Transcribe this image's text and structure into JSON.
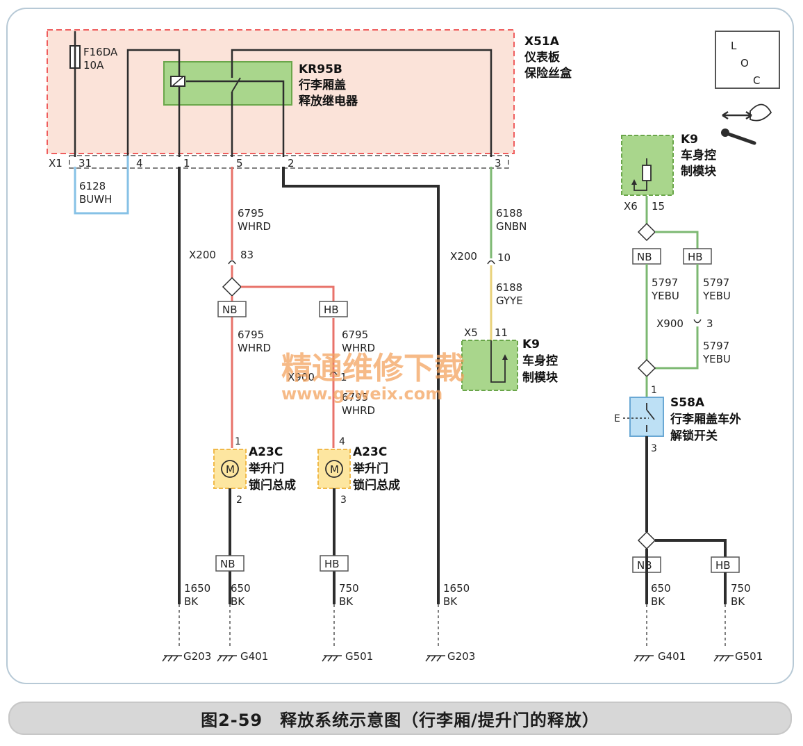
{
  "module_panel": {
    "id": "X51A",
    "name_line1": "仪表板",
    "name_line2": "保险丝盒"
  },
  "fuse": {
    "id": "F16DA",
    "rating": "10A"
  },
  "relay": {
    "id": "KR95B",
    "name_line1": "行李厢盖",
    "name_line2": "释放继电器"
  },
  "connector_x1": {
    "id": "X1",
    "pins": [
      "31",
      "4",
      "1",
      "5",
      "2",
      "3"
    ]
  },
  "wire_6128": {
    "number": "6128",
    "color": "BUWH"
  },
  "wire_6795": {
    "number": "6795",
    "color": "WHRD"
  },
  "wire_6188_top": {
    "number": "6188",
    "color": "GNBN"
  },
  "wire_6188_bottom": {
    "number": "6188",
    "color": "GYYE"
  },
  "conn_x200_left": {
    "id": "X200",
    "pin": "83"
  },
  "conn_x200_right": {
    "id": "X200",
    "pin": "10"
  },
  "conn_x900_left": {
    "id": "X900",
    "pin": "1"
  },
  "conn_x5": {
    "id": "X5",
    "pin": "11"
  },
  "k9_lower": {
    "id": "K9",
    "name_line1": "车身控",
    "name_line2": "制模块"
  },
  "k9_upper": {
    "id": "K9",
    "name_line1": "车身控",
    "name_line2": "制模块",
    "connector": "X6",
    "pin": "15"
  },
  "loc_icon": {
    "l": "L",
    "o": "O",
    "c": "C"
  },
  "splice": {
    "nb": "NB",
    "hb": "HB"
  },
  "motor_left": {
    "id": "A23C",
    "name_line1": "举升门",
    "name_line2": "锁闩总成",
    "pin_top": "1",
    "pin_bottom": "2",
    "symbol": "M"
  },
  "motor_right": {
    "id": "A23C",
    "name_line1": "举升门",
    "name_line2": "锁闩总成",
    "pin_top": "4",
    "pin_bottom": "3",
    "symbol": "M"
  },
  "wire_5797": {
    "number": "5797",
    "color": "YEBU"
  },
  "conn_x900_right": {
    "id": "X900",
    "pin": "3"
  },
  "switch_s58a": {
    "id": "S58A",
    "name_line1": "行李厢盖车外",
    "name_line2": "解锁开关",
    "pin_top": "1",
    "pin_bottom": "3",
    "terminal": "E"
  },
  "ground_wires": {
    "w1650": {
      "number": "1650",
      "color": "BK"
    },
    "w650": {
      "number": "650",
      "color": "BK"
    },
    "w750": {
      "number": "750",
      "color": "BK"
    }
  },
  "grounds": [
    "G203",
    "G401",
    "G501",
    "G203",
    "G401",
    "G501"
  ],
  "watermark": {
    "line1": "精通维修下载",
    "line2": "www.gzweix.com"
  },
  "caption": "图2-59　释放系统示意图（行李厢/提升门的释放）",
  "colors": {
    "panel_fill": "#fbe3d9",
    "panel_border": "#ef5d5d",
    "relay_fill": "#a9d68c",
    "relay_border": "#6aa64a",
    "wire_red": "#e8726a",
    "wire_green": "#7cb872",
    "wire_black": "#2d2d2d",
    "wire_yellow": "#e8d27a",
    "wire_blue": "#86c1e6",
    "motor_fill": "#fde6a0",
    "motor_border": "#f0b94a",
    "switch_fill": "#bde0f5"
  }
}
